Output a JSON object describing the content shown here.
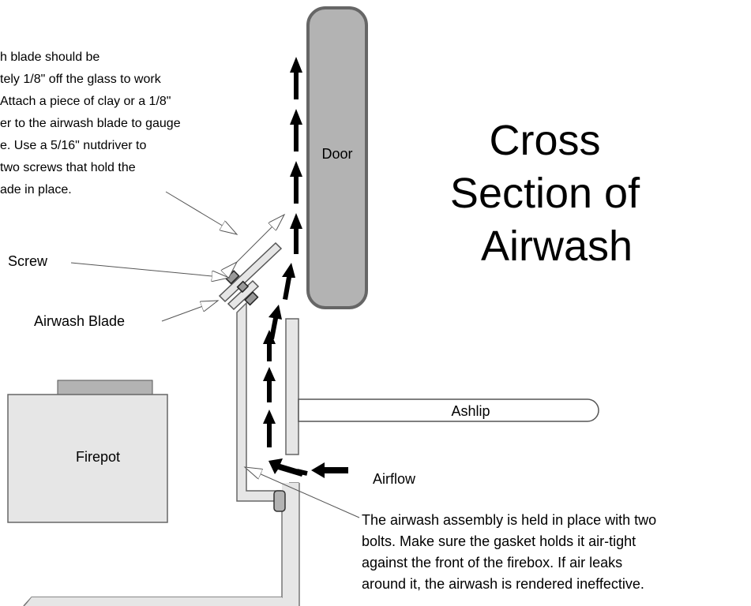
{
  "title": {
    "line1": "Cross",
    "line2": "Section of",
    "line3": "Airwash"
  },
  "labels": {
    "door": "Door",
    "screw": "Screw",
    "blade": "Airwash Blade",
    "firepot": "Firepot",
    "ashlip": "Ashlip",
    "airflow": "Airflow"
  },
  "notes": {
    "blade_note": [
      "h blade should be",
      "tely 1/8\" off the glass to work",
      "Attach a piece of clay or a 1/8\"",
      "er to the airwash blade to gauge",
      "e.  Use a 5/16\" nutdriver to",
      " two screws that hold the",
      "ade in place."
    ],
    "assembly_note": [
      "The airwash assembly is held in place with two",
      "bolts.  Make sure the gasket holds it air-tight",
      "against the front of the firebox.  If air leaks",
      "around it, the airwash is rendered ineffective."
    ]
  },
  "colors": {
    "door_fill": "#b3b3b3",
    "part_fill": "#e6e6e6",
    "outline": "#666666",
    "dark": "#000000"
  }
}
